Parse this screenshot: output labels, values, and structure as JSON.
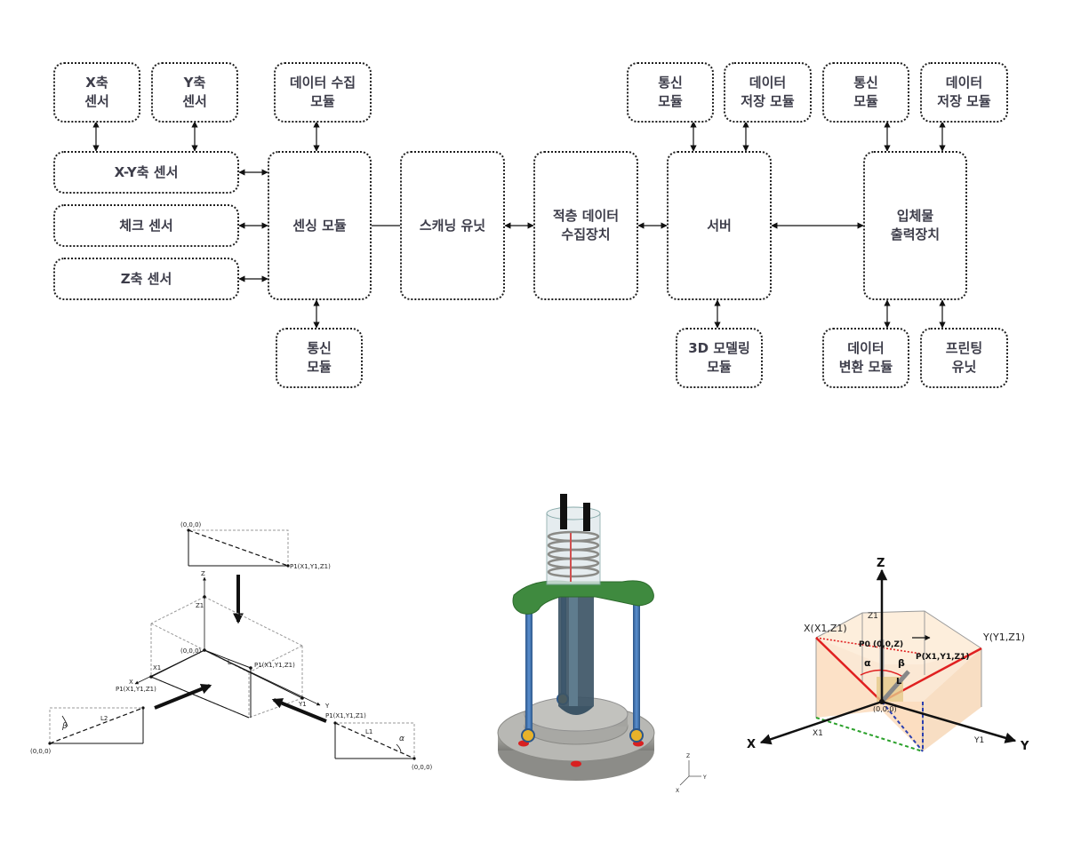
{
  "blocks": {
    "x_axis_sensor": "X축\n센서",
    "y_axis_sensor": "Y축\n센서",
    "data_collection_module": "데이터 수집\n모듈",
    "xy_axis_sensor": "X-Y축 센서",
    "check_sensor": "체크 센서",
    "z_axis_sensor": "Z축 센서",
    "sensing_module": "센싱 모듈",
    "comm_module_bottom": "통신\n모듈",
    "scanning_unit": "스캐닝 유닛",
    "layer_data_collector": "적층 데이터\n수집장치",
    "comm_module_server": "통신\n모듈",
    "data_storage_server": "데이터\n저장 모듈",
    "server": "서버",
    "modeling_3d": "3D 모델링\n모듈",
    "comm_module_printer": "통신\n모듈",
    "data_storage_printer": "데이터\n저장 모듈",
    "printer": "입체물\n출력장치",
    "data_conversion": "데이터\n변환 모듈",
    "printing_unit": "프린팅\n유닛"
  },
  "geometry_figure": {
    "top_origin": "(0,0,0)",
    "top_p1": "P1(X1,Y1,Z1)",
    "axis_z": "Z",
    "z1": "Z1",
    "center_origin": "(0,0,0)",
    "label_l": "L",
    "center_p1": "P1(X1,Y1,Z1)",
    "x1": "X1",
    "axis_x": "X",
    "x_p1": "P1(X1,Y1,Z1)",
    "y1": "Y1",
    "axis_y": "Y",
    "left_l2": "L2",
    "left_beta": "β",
    "left_origin": "(0,0,0)",
    "right_p1": "P1(X1,Y1,Z1)",
    "right_l1": "L1",
    "right_alpha": "α",
    "right_origin": "(0,0,0)"
  },
  "device_render": {
    "axis_z": "Z",
    "axis_y": "Y",
    "axis_x": "X"
  },
  "coordinate_figure": {
    "axis_z": "Z",
    "z1": "Z1",
    "x_vec": "X(X1,Z1)",
    "y_vec": "Y(Y1,Z1)",
    "p0": "P0 (0,0,Z)",
    "p": "P(X1,Y1,Z1)",
    "alpha": "α",
    "beta": "β",
    "l": "L",
    "origin": "(0,0,0)",
    "x1": "X1",
    "y1": "Y1",
    "axis_x": "X",
    "axis_y": "Y"
  },
  "colors": {
    "block_border": "#1e1e1e",
    "block_text": "#3d3d4a",
    "device_green": "#3f8a3f",
    "device_rod": "#3a6ea8",
    "device_base": "#9a9a96",
    "cube_fill": "#fbe6cf",
    "red_line": "#e02020",
    "blue_line": "#2a3fb0",
    "green_line": "#2aa02a"
  }
}
